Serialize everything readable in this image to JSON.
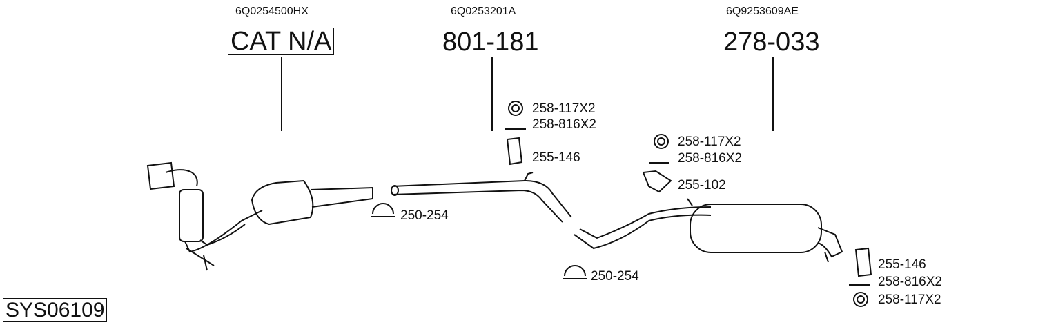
{
  "sections": [
    {
      "oem": "6Q0254500HX",
      "part": "CAT N/A"
    },
    {
      "oem": "6Q0253201A",
      "part": "801-181"
    },
    {
      "oem": "6Q9253609AE",
      "part": "278-033"
    }
  ],
  "system_id": "SYS06109",
  "accessories": {
    "mid_ring": "258-117X2",
    "mid_bolt": "258-816X2",
    "mid_hanger": "255-146",
    "clamp1": "250-254",
    "rear_ring": "258-117X2",
    "rear_bolt": "258-816X2",
    "rear_bracket": "255-102",
    "clamp2": "250-254",
    "tail_hanger": "255-146",
    "tail_bolt": "258-816X2",
    "tail_ring": "258-117X2"
  }
}
